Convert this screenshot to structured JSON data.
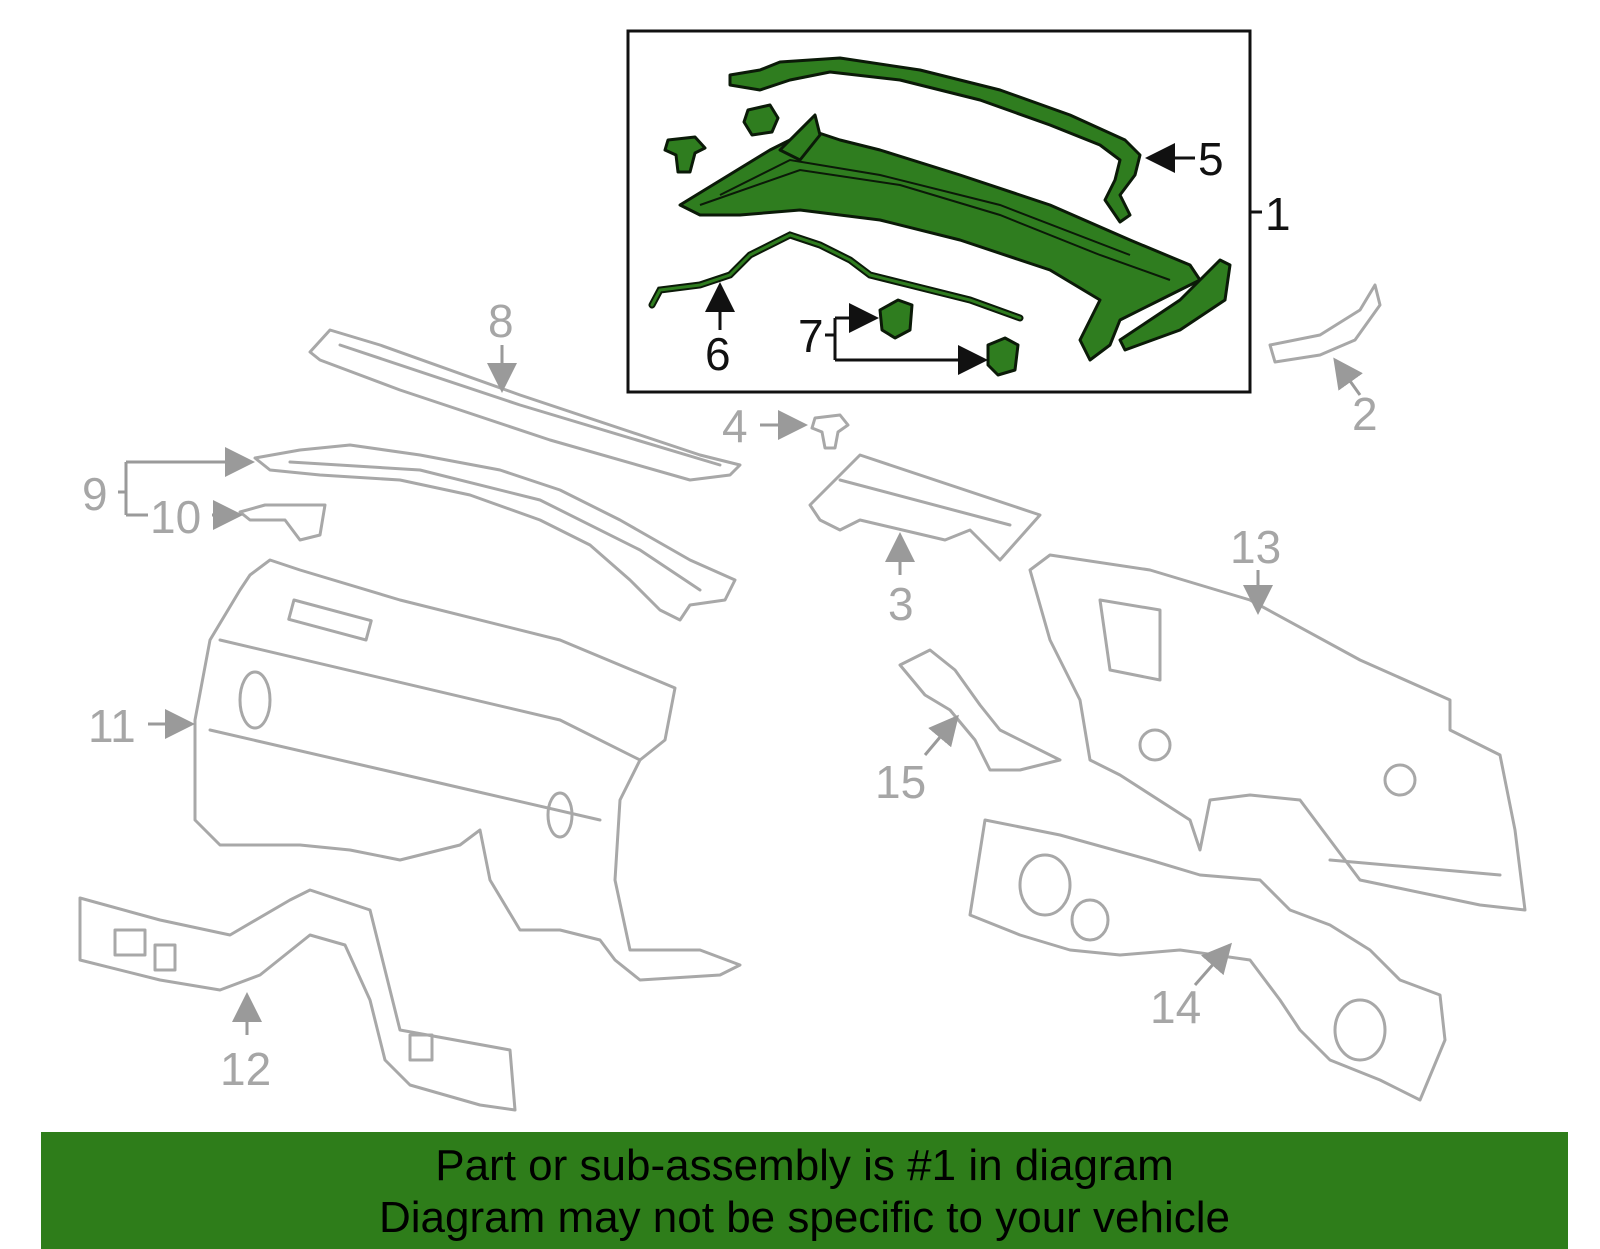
{
  "callouts": {
    "n1": "1",
    "n2": "2",
    "n3": "3",
    "n4": "4",
    "n5": "5",
    "n6": "6",
    "n7": "7",
    "n8": "8",
    "n9": "9",
    "n10": "10",
    "n11": "11",
    "n12": "12",
    "n13": "13",
    "n14": "14",
    "n15": "15"
  },
  "banner": {
    "line1": "Part or sub-assembly is #1 in diagram",
    "line2": "Diagram may not be specific to your vehicle"
  },
  "colors": {
    "highlight_green": "#2f7d1f",
    "banner_green": "#2e7d1a",
    "part_gray": "#a8a8a8"
  }
}
